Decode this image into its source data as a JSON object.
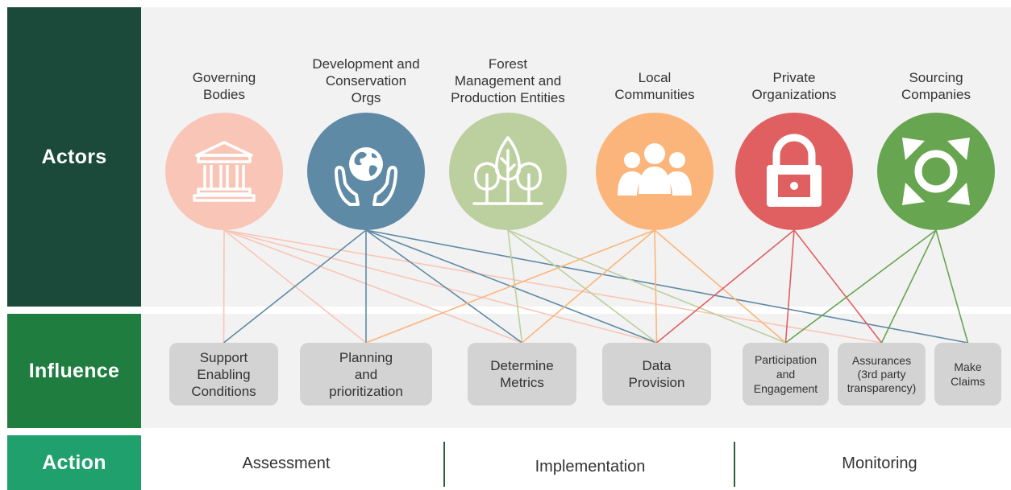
{
  "bands": {
    "actors": {
      "label": "Actors",
      "color": "#1b4a3b"
    },
    "influence": {
      "label": "Influence",
      "color": "#1e7d3f"
    },
    "action": {
      "label": "Action",
      "color": "#1fa06d"
    }
  },
  "actors": [
    {
      "id": "governing",
      "name": "Governing\nBodies",
      "color": "#f9c5b6",
      "icon": "government-building-icon"
    },
    {
      "id": "development",
      "name": "Development and\nConservation\nOrgs",
      "color": "#5e8aa6",
      "icon": "globe-hands-icon"
    },
    {
      "id": "forest",
      "name": "Forest\nManagement and\nProduction Entities",
      "color": "#bccf9e",
      "icon": "trees-icon"
    },
    {
      "id": "local",
      "name": "Local\nCommunities",
      "color": "#fbb57a",
      "icon": "people-group-icon"
    },
    {
      "id": "private",
      "name": "Private\nOrganizations",
      "color": "#e06061",
      "icon": "padlock-icon"
    },
    {
      "id": "sourcing",
      "name": "Sourcing\nCompanies",
      "color": "#68a550",
      "icon": "expand-arrows-icon"
    }
  ],
  "influences": [
    {
      "id": "support",
      "label": "Support\nEnabling\nConditions"
    },
    {
      "id": "planning",
      "label": "Planning\nand\nprioritization"
    },
    {
      "id": "metrics",
      "label": "Determine\nMetrics"
    },
    {
      "id": "data",
      "label": "Data\nProvision"
    },
    {
      "id": "participation",
      "label": "Participation\nand\nEngagement"
    },
    {
      "id": "assurances",
      "label": "Assurances\n(3rd party\ntransparency)"
    },
    {
      "id": "claims",
      "label": "Make\nClaims"
    }
  ],
  "links": {
    "governing": [
      "support",
      "planning",
      "metrics",
      "data",
      "assurances"
    ],
    "development": [
      "support",
      "planning",
      "metrics",
      "data",
      "claims"
    ],
    "forest": [
      "metrics",
      "data",
      "participation"
    ],
    "local": [
      "planning",
      "metrics",
      "data",
      "participation"
    ],
    "private": [
      "data",
      "participation",
      "assurances"
    ],
    "sourcing": [
      "participation",
      "assurances",
      "claims"
    ]
  },
  "actions": [
    "Assessment",
    "Implementation",
    "Monitoring"
  ],
  "divider_color": "#2f5e3a"
}
